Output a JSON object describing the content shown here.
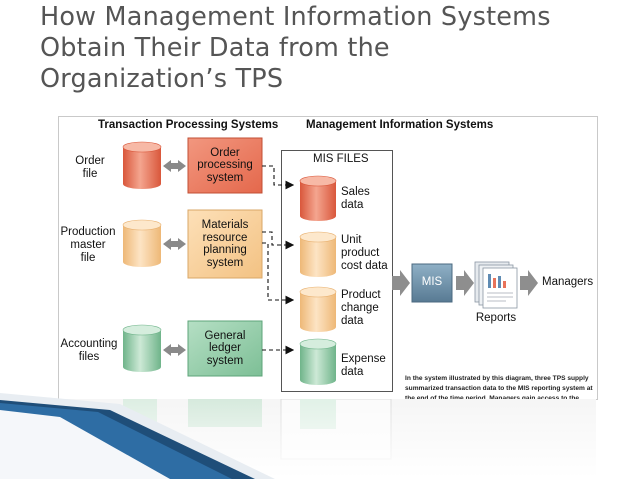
{
  "title": {
    "line1": "How Management Information Systems",
    "line2": "Obtain Their Data from the",
    "line3": "Organization’s TPS"
  },
  "diagram": {
    "header_tps": "Transaction Processing Systems",
    "header_mis": "Management Information Systems",
    "files": {
      "order": [
        "Order",
        "file"
      ],
      "production": [
        "Production",
        "master",
        "file"
      ],
      "accounting": [
        "Accounting",
        "files"
      ]
    },
    "systems": {
      "order": [
        "Order",
        "processing",
        "system"
      ],
      "materials": [
        "Materials",
        "resource",
        "planning",
        "system"
      ],
      "ledger": [
        "General",
        "ledger",
        "system"
      ]
    },
    "mis_files_title": "MIS FILES",
    "mis_files": {
      "sales": [
        "Sales",
        "data"
      ],
      "unit": [
        "Unit",
        "product",
        "cost data"
      ],
      "change": [
        "Product",
        "change",
        "data"
      ],
      "expense": [
        "Expense",
        "data"
      ]
    },
    "mis_label": "MIS",
    "reports_label": "Reports",
    "managers_label": "Managers",
    "caption": "In the system illustrated by this diagram, three TPS supply summarized transaction data to the MIS reporting system at the end of the time period. Managers gain access to the organizational data through the MIS, which provides them with the appropriate reports."
  },
  "colors": {
    "title": "#555555",
    "order_fill": "#e8735a",
    "materials_fill": "#f6cc92",
    "ledger_fill": "#8fcaa5",
    "mis_box": "#6e8fa6",
    "ribbon": "#1f4e79"
  }
}
